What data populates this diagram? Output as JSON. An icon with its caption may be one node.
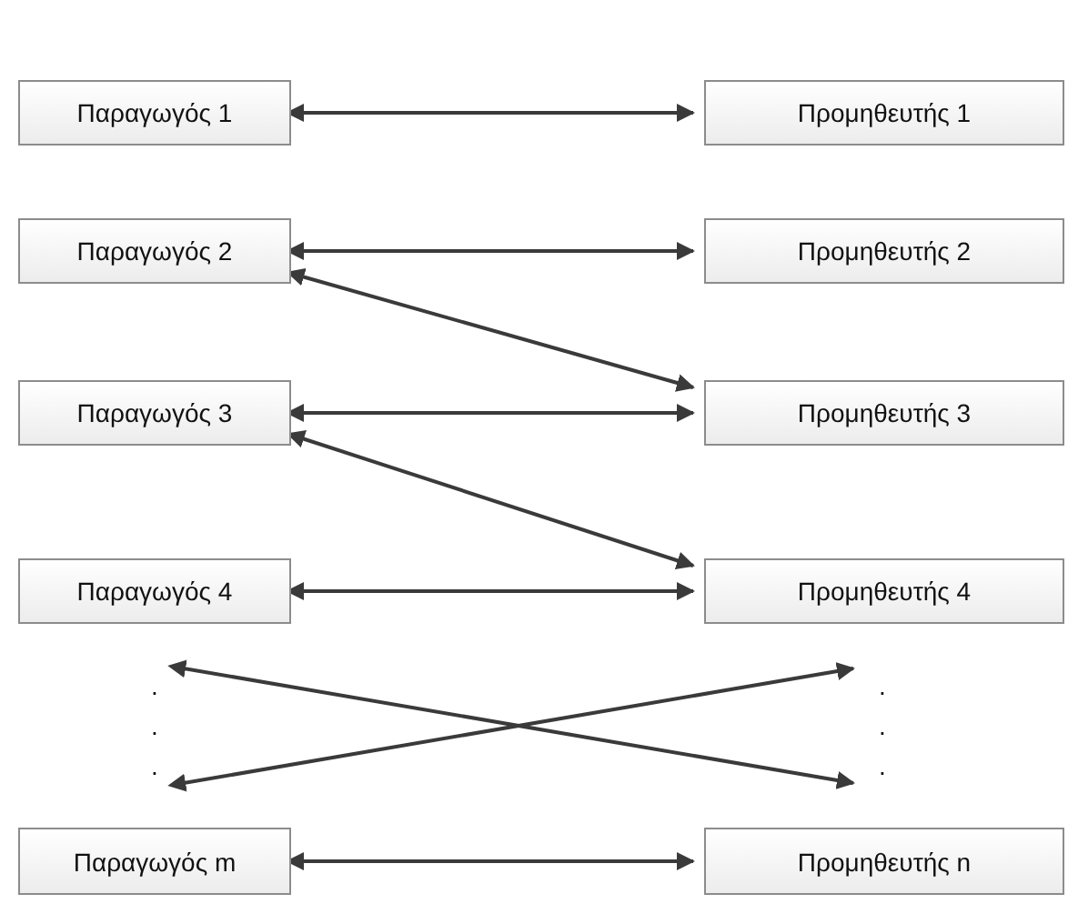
{
  "diagram": {
    "nodes": [
      {
        "text": [
          "Παραγωγός 1"
        ]
      },
      {
        "text": [
          "Προμηθευτής 1"
        ]
      },
      {
        "text": [
          "Παραγωγός 2"
        ]
      },
      {
        "text": [
          "Προμηθευτής 2"
        ]
      },
      {
        "text": [
          "Παραγωγός 3"
        ]
      },
      {
        "text": [
          "Προμηθευτής 3"
        ]
      },
      {
        "text": [
          "Παραγωγός 4"
        ]
      },
      {
        "text": [
          "Προμηθευτής 4"
        ]
      },
      {
        "text": [
          ". . ."
        ]
      },
      {
        "text": [
          ". . ."
        ]
      },
      {
        "text": [
          "Παραγωγός m"
        ]
      },
      {
        "text": [
          "Προμηθευτής n"
        ]
      }
    ],
    "edges": [
      {
        "from": 0,
        "to": 1,
        "arrow": "both"
      },
      {
        "from": 2,
        "to": 3,
        "arrow": "both"
      },
      {
        "from": 2,
        "to": 5,
        "arrow": "both"
      },
      {
        "from": 4,
        "to": 5,
        "arrow": "both"
      },
      {
        "from": 4,
        "to": 7,
        "arrow": "both"
      },
      {
        "from": 6,
        "to": 7,
        "arrow": "both"
      },
      {
        "from": 8,
        "to": 9,
        "arrow": "both"
      },
      {
        "from": 8,
        "to": 9,
        "arrow": "both"
      },
      {
        "from": 10,
        "to": 11,
        "arrow": "both"
      }
    ]
  }
}
